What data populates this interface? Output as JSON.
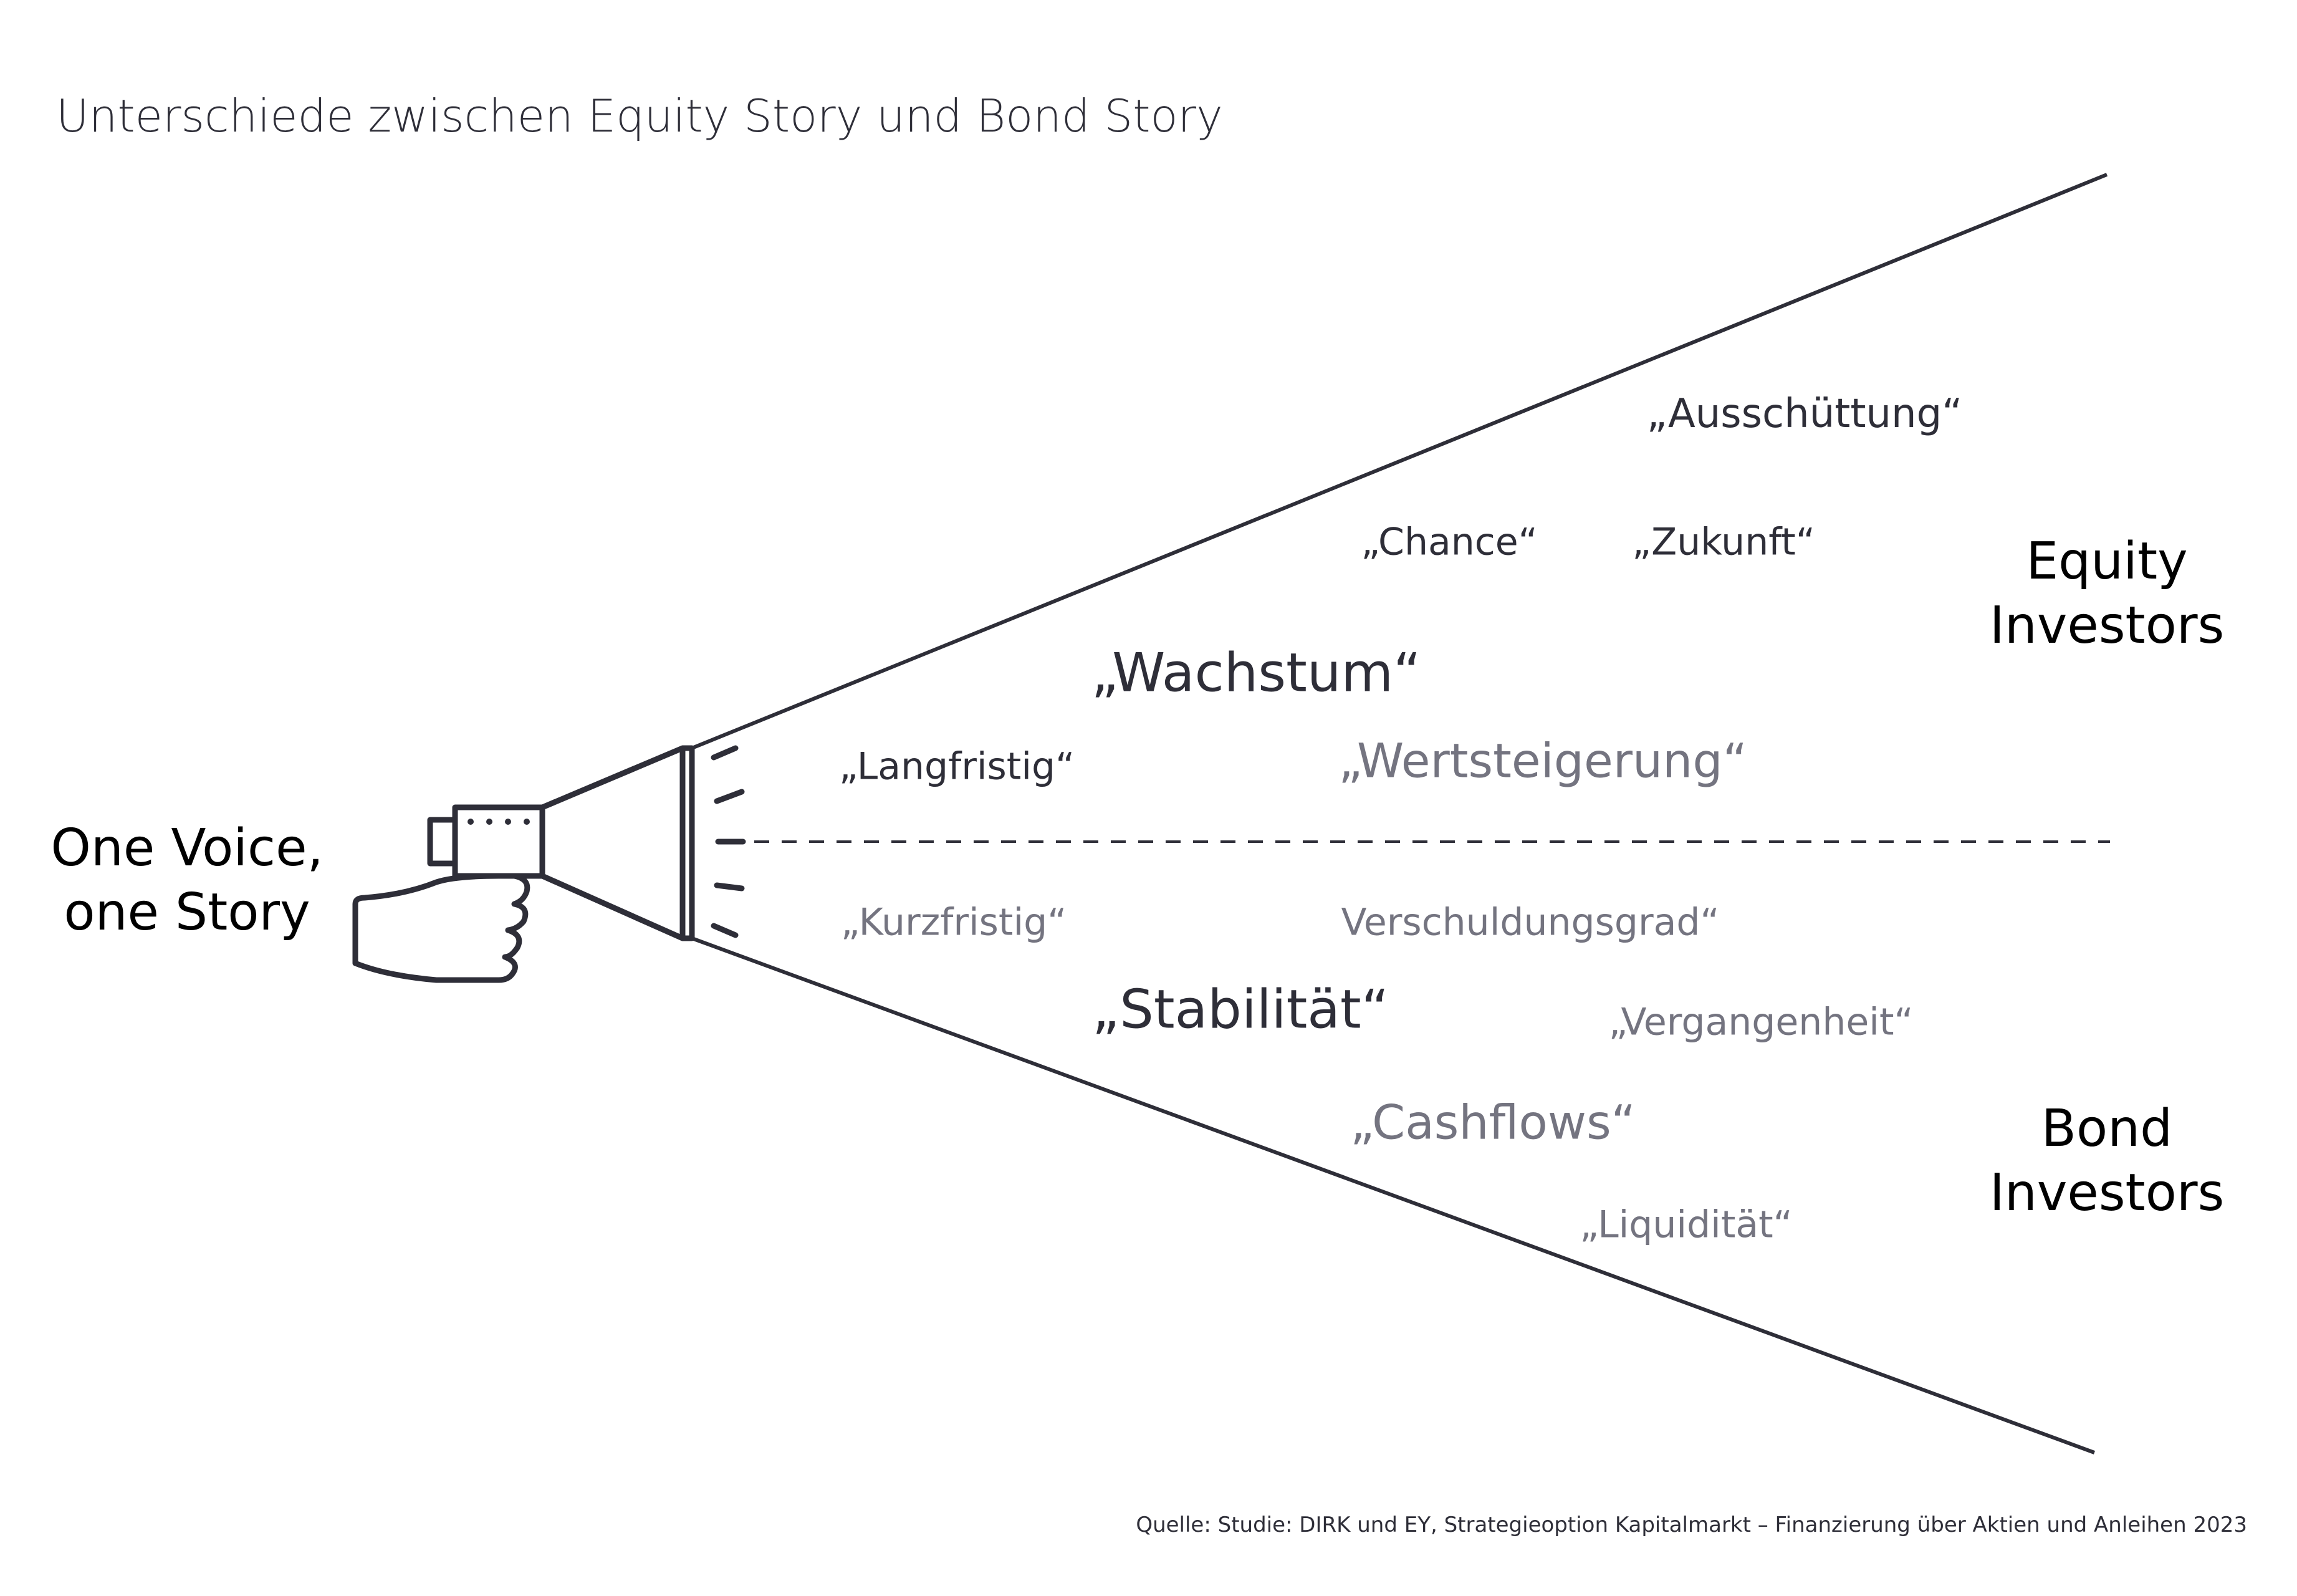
{
  "title": "Unterschiede zwischen Equity Story und Bond Story",
  "center_label": "One Voice, one Story",
  "equity_label": "Equity Investors",
  "bond_label": "Bond Investors",
  "equity_terms": {
    "ausschuettung": "„Ausschüttung“",
    "chance": "„Chance“",
    "zukunft": "„Zukunft“",
    "wachstum": "„Wachstum“",
    "langfristig": "„Langfristig“",
    "wertsteigerung": "„Wertsteigerung“"
  },
  "bond_terms": {
    "kurzfristig": "„Kurzfristig“",
    "verschuldungsgrad": "Verschuldungsgrad“",
    "stabilitaet": "„Stabilität“",
    "vergangenheit": "„Vergangenheit“",
    "cashflows": "„Cashflows“",
    "liquiditaet": "„Liquidität“"
  },
  "source": "Quelle: Studie: DIRK und EY, Strategieoption Kapitalmarkt – Finanzierung über Aktien und Anleihen 2023",
  "icons": [
    "megaphone-icon",
    "hand-icon"
  ],
  "colors": {
    "dark": "#2e2e38",
    "gray": "#747480",
    "black": "#000000"
  }
}
